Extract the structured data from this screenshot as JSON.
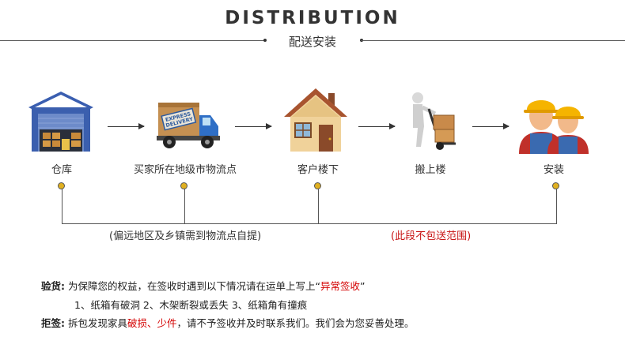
{
  "header": {
    "title_en": "DISTRIBUTION",
    "title_cn": "配送安装"
  },
  "steps": [
    {
      "label": "仓库",
      "icon": "warehouse-icon"
    },
    {
      "label": "买家所在地级市物流点",
      "icon": "delivery-truck-icon"
    },
    {
      "label": "客户楼下",
      "icon": "house-icon"
    },
    {
      "label": "搬上楼",
      "icon": "hand-truck-icon"
    },
    {
      "label": "安装",
      "icon": "workers-icon"
    }
  ],
  "truck_text": {
    "line1": "EXPRESS",
    "line2": "DELIVERY"
  },
  "notes": {
    "self_pickup": "(偏远地区及乡镇需到物流点自提)",
    "not_included": "(此段不包送范围)"
  },
  "inspection": {
    "label": "验货:",
    "text_pre": "为保障您的权益，在签收时遇到以下情况请在运单上写上“",
    "text_red": "异常签收",
    "text_post": "”",
    "items": "1、纸箱有破洞 2、木架断裂或丢失 3、纸箱角有撞痕"
  },
  "refuse": {
    "label": "拒签:",
    "text_pre": "拆包发现家具",
    "text_red": "破损、少件",
    "text_post": "，请不予签收并及时联系我们。我们会为您妥善处理。"
  },
  "colors": {
    "accent_red": "#d40000",
    "node_yellow": "#e0b020"
  }
}
